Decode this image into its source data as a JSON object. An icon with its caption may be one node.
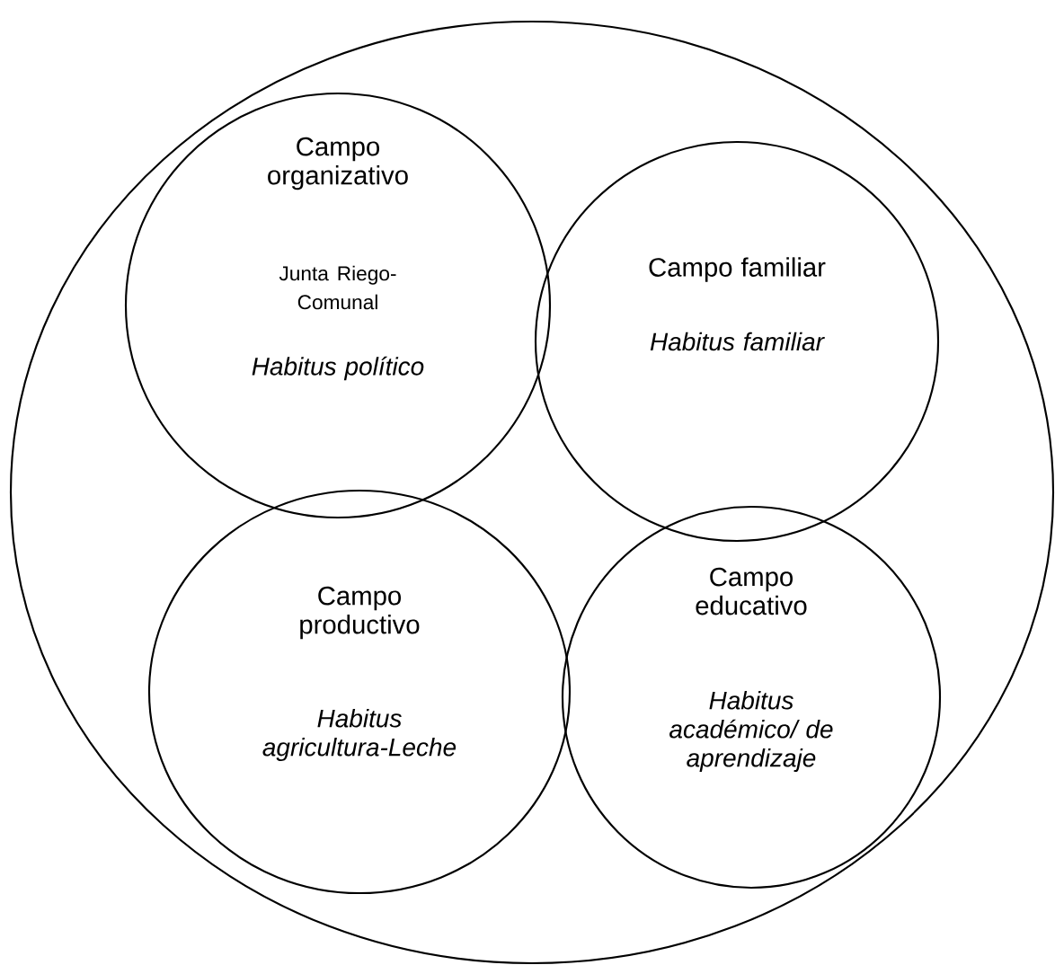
{
  "diagram": {
    "nodes": [
      {
        "text": [],
        "shape": "circle"
      },
      {
        "text": [
          "Campo organizativo",
          "Junta Riego-Comunal",
          "Habitus político"
        ],
        "in": 0
      },
      {
        "text": [
          "Campo familiar",
          "Habitus familiar"
        ],
        "in": 0
      },
      {
        "text": [
          "Campo productivo",
          "Habitus agricultura-Leche"
        ],
        "in": 0
      },
      {
        "text": [
          "Campo educativo",
          "Habitus académico/ de aprendizaje"
        ],
        "in": 0
      }
    ]
  }
}
